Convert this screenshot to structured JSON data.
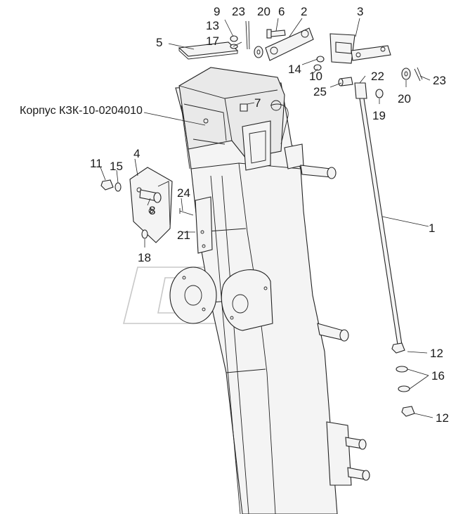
{
  "caption": "Корпус КЗК-10-0204010",
  "callouts": [
    {
      "id": "c1",
      "text": "1"
    },
    {
      "id": "c2",
      "text": "2"
    },
    {
      "id": "c3",
      "text": "3"
    },
    {
      "id": "c4",
      "text": "4"
    },
    {
      "id": "c5",
      "text": "5"
    },
    {
      "id": "c6",
      "text": "6"
    },
    {
      "id": "c7",
      "text": "7"
    },
    {
      "id": "c8",
      "text": "8"
    },
    {
      "id": "c9",
      "text": "9"
    },
    {
      "id": "c10",
      "text": "10"
    },
    {
      "id": "c11",
      "text": "11"
    },
    {
      "id": "c12a",
      "text": "12"
    },
    {
      "id": "c12b",
      "text": "12"
    },
    {
      "id": "c13",
      "text": "13"
    },
    {
      "id": "c14",
      "text": "14"
    },
    {
      "id": "c15",
      "text": "15"
    },
    {
      "id": "c16",
      "text": "16"
    },
    {
      "id": "c17",
      "text": "17"
    },
    {
      "id": "c18",
      "text": "18"
    },
    {
      "id": "c19",
      "text": "19"
    },
    {
      "id": "c20a",
      "text": "20"
    },
    {
      "id": "c20b",
      "text": "20"
    },
    {
      "id": "c21",
      "text": "21"
    },
    {
      "id": "c22",
      "text": "22"
    },
    {
      "id": "c23a",
      "text": "23"
    },
    {
      "id": "c23b",
      "text": "23"
    },
    {
      "id": "c24",
      "text": "24"
    },
    {
      "id": "c25",
      "text": "25"
    }
  ]
}
